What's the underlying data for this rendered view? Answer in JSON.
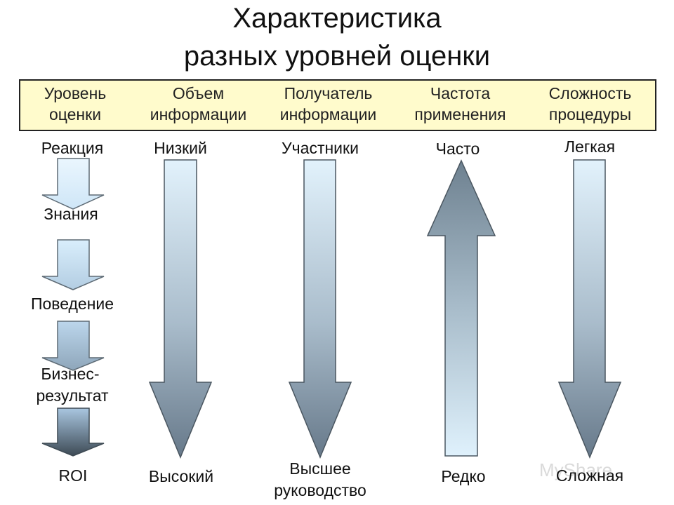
{
  "title": {
    "line1": "Характеристика",
    "line2": "разных уровней оценки"
  },
  "header": {
    "columns": [
      {
        "line1": "Уровень",
        "line2": "оценки"
      },
      {
        "line1": "Объем",
        "line2": "информации"
      },
      {
        "line1": "Получатель",
        "line2": "информации"
      },
      {
        "line1": "Частота",
        "line2": "применения"
      },
      {
        "line1": "Сложность",
        "line2": "процедуры"
      }
    ]
  },
  "levels": {
    "reaction": "Реакция",
    "knowledge": "Знания",
    "behavior": "Поведение",
    "business_line1": "Бизнес-",
    "business_line2": "результат",
    "roi": "ROI"
  },
  "volume": {
    "top": "Низкий",
    "bottom": "Высокий"
  },
  "recipient": {
    "top": "Участники",
    "bottom_line1": "Высшее",
    "bottom_line2": "руководство"
  },
  "frequency": {
    "top": "Часто",
    "bottom": "Редко"
  },
  "complexity": {
    "top": "Легкая",
    "bottom": "Сложная"
  },
  "watermark": "MyShare",
  "colors": {
    "header_bg": "#fffbcc",
    "arrow_light": "#dff0fb",
    "arrow_dark": "#6b7f8c"
  }
}
